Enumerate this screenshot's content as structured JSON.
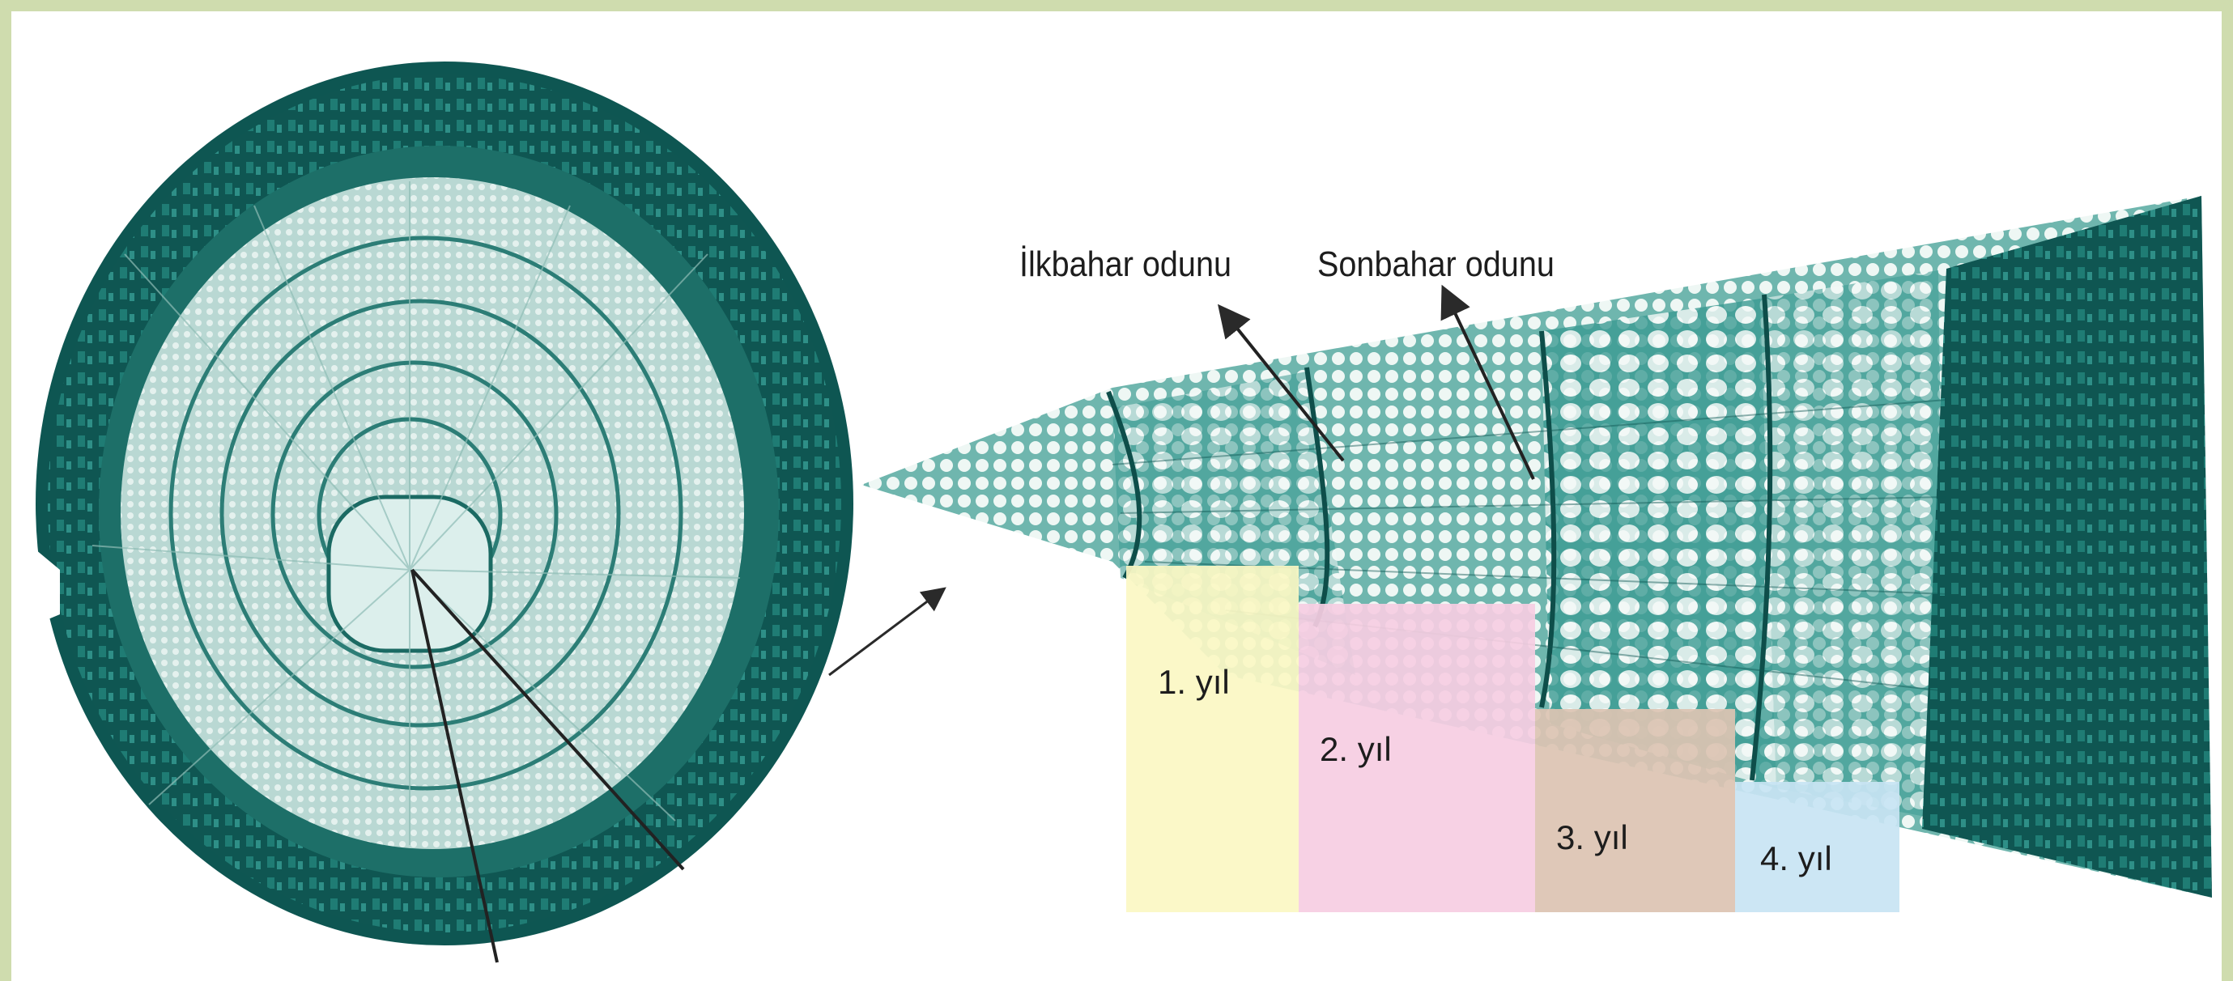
{
  "labels": {
    "spring_wood": "İlkbahar odunu",
    "autumn_wood": "Sonbahar odunu"
  },
  "years": [
    {
      "label": "1. yıl",
      "color": "#fbf7c3"
    },
    {
      "label": "2. yıl",
      "color": "#f6cde2"
    },
    {
      "label": "3. yıl",
      "color": "#dcc3b2"
    },
    {
      "label": "4. yıl",
      "color": "#c8e4f3"
    }
  ],
  "colors": {
    "frame_border": "#cfdcae",
    "tissue_dark": "#0e5652",
    "tissue_mid": "#2f8d86",
    "tissue_light": "#c5e2dc",
    "pith": "#dcefec",
    "arrow": "#2a2a2a"
  }
}
